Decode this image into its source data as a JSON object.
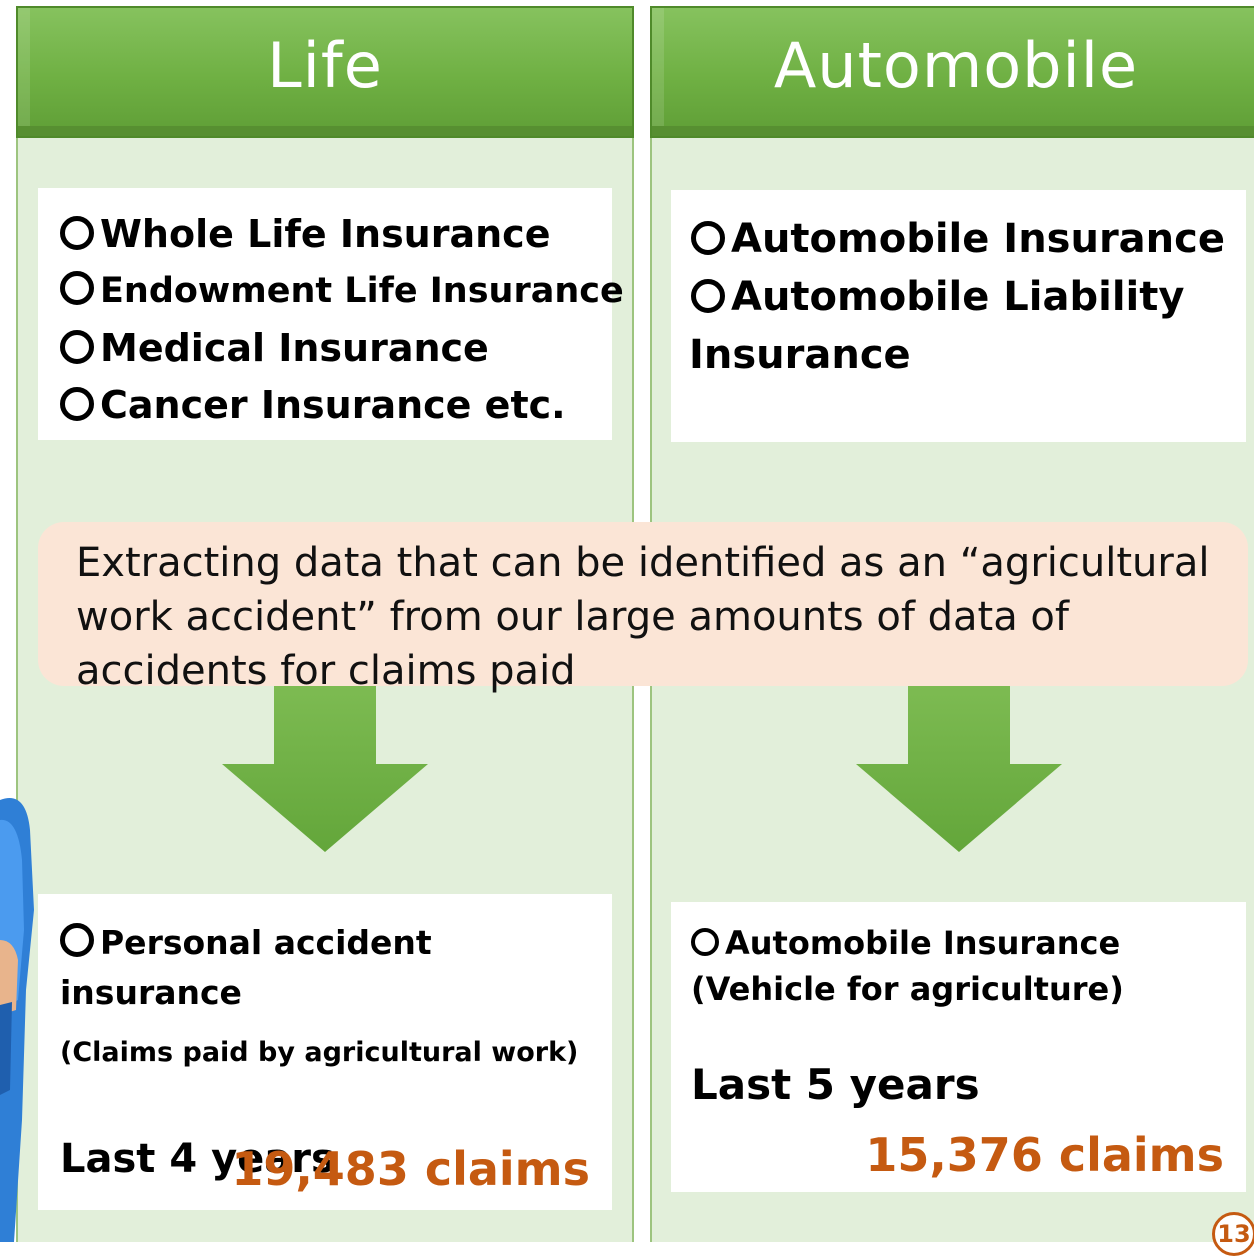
{
  "headers": {
    "life": "Life",
    "automobile": "Automobile"
  },
  "life_products": [
    "Whole Life Insurance",
    "Endowment Life Insurance",
    "Medical Insurance",
    "Cancer Insurance etc."
  ],
  "auto_products": {
    "item1": "Automobile Insurance",
    "item2_line1": "Automobile Liability",
    "item2_line2": "Insurance"
  },
  "banner": {
    "line1": "Extracting data that can be identified as an “agricultural",
    "line2": "work accident” from our large amounts of data of",
    "line3": "accidents for claims paid"
  },
  "life_result": {
    "title": "Personal accident insurance",
    "subtitle": "(Claims paid by agricultural work)",
    "period": "Last 4 years",
    "count": "19,483 claims"
  },
  "auto_result": {
    "title": "Automobile Insurance",
    "subtitle": "(Vehicle for agriculture)",
    "period": "Last 5 years",
    "count": "15,376 claims"
  },
  "page_number": "13",
  "colors": {
    "header_green": "#6fb043",
    "column_bg": "#e2efda",
    "banner_bg": "#fbe5d6",
    "accent_orange": "#c55a11",
    "arrow_green": "#70ad47"
  }
}
